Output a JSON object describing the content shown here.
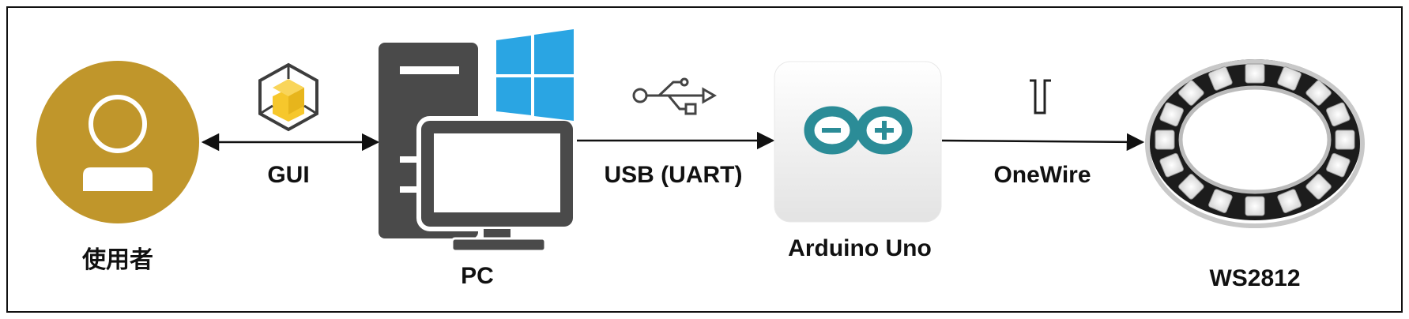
{
  "nodes": {
    "user": {
      "label": "使用者",
      "color": "#C0962B"
    },
    "pc": {
      "label": "PC",
      "color": "#4A4A4A",
      "windows_color": "#2AA5E3"
    },
    "arduino": {
      "label": "Arduino Uno",
      "logo_color": "#2B8C97"
    },
    "ring": {
      "label": "WS2812"
    }
  },
  "links": {
    "gui": {
      "label": "GUI",
      "icon": "cube-icon"
    },
    "usb": {
      "label": "USB (UART)",
      "icon": "usb-icon"
    },
    "onewire": {
      "label": "OneWire",
      "icon": "pulse-icon"
    }
  }
}
